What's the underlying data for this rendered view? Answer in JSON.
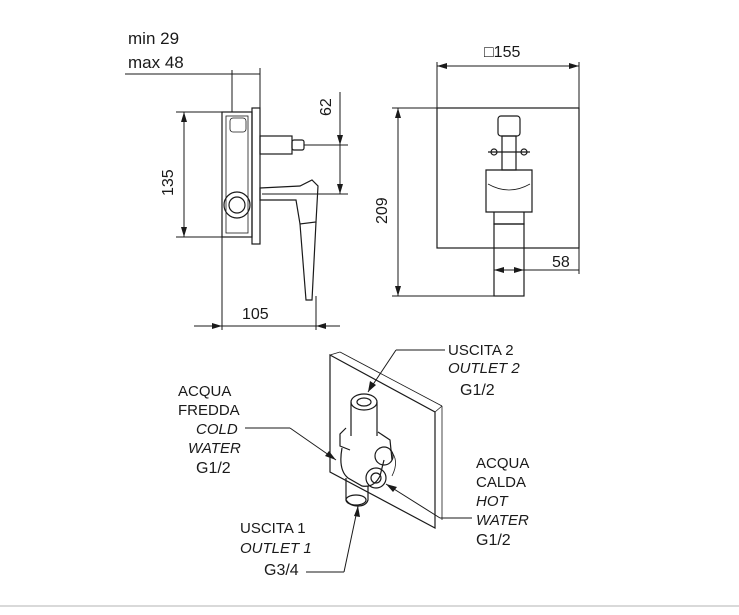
{
  "side_view": {
    "thickness_min": "min 29",
    "thickness_max": "max 48",
    "dim_height": "135",
    "dim_spout": "62",
    "dim_depth": "105"
  },
  "front_view": {
    "dim_square": "□155",
    "dim_height": "209",
    "dim_offset": "58"
  },
  "labels": {
    "outlet2": {
      "it": "USCITA 2",
      "en": "OUTLET 2",
      "thread": "G1/2"
    },
    "cold": {
      "it1": "ACQUA",
      "it2": "FREDDA",
      "en1": "COLD",
      "en2": "WATER",
      "thread": "G1/2"
    },
    "hot": {
      "it1": "ACQUA",
      "it2": "CALDA",
      "en1": "HOT",
      "en2": "WATER",
      "thread": "G1/2"
    },
    "outlet1": {
      "it": "USCITA 1",
      "en": "OUTLET 1",
      "thread": "G3/4"
    }
  }
}
